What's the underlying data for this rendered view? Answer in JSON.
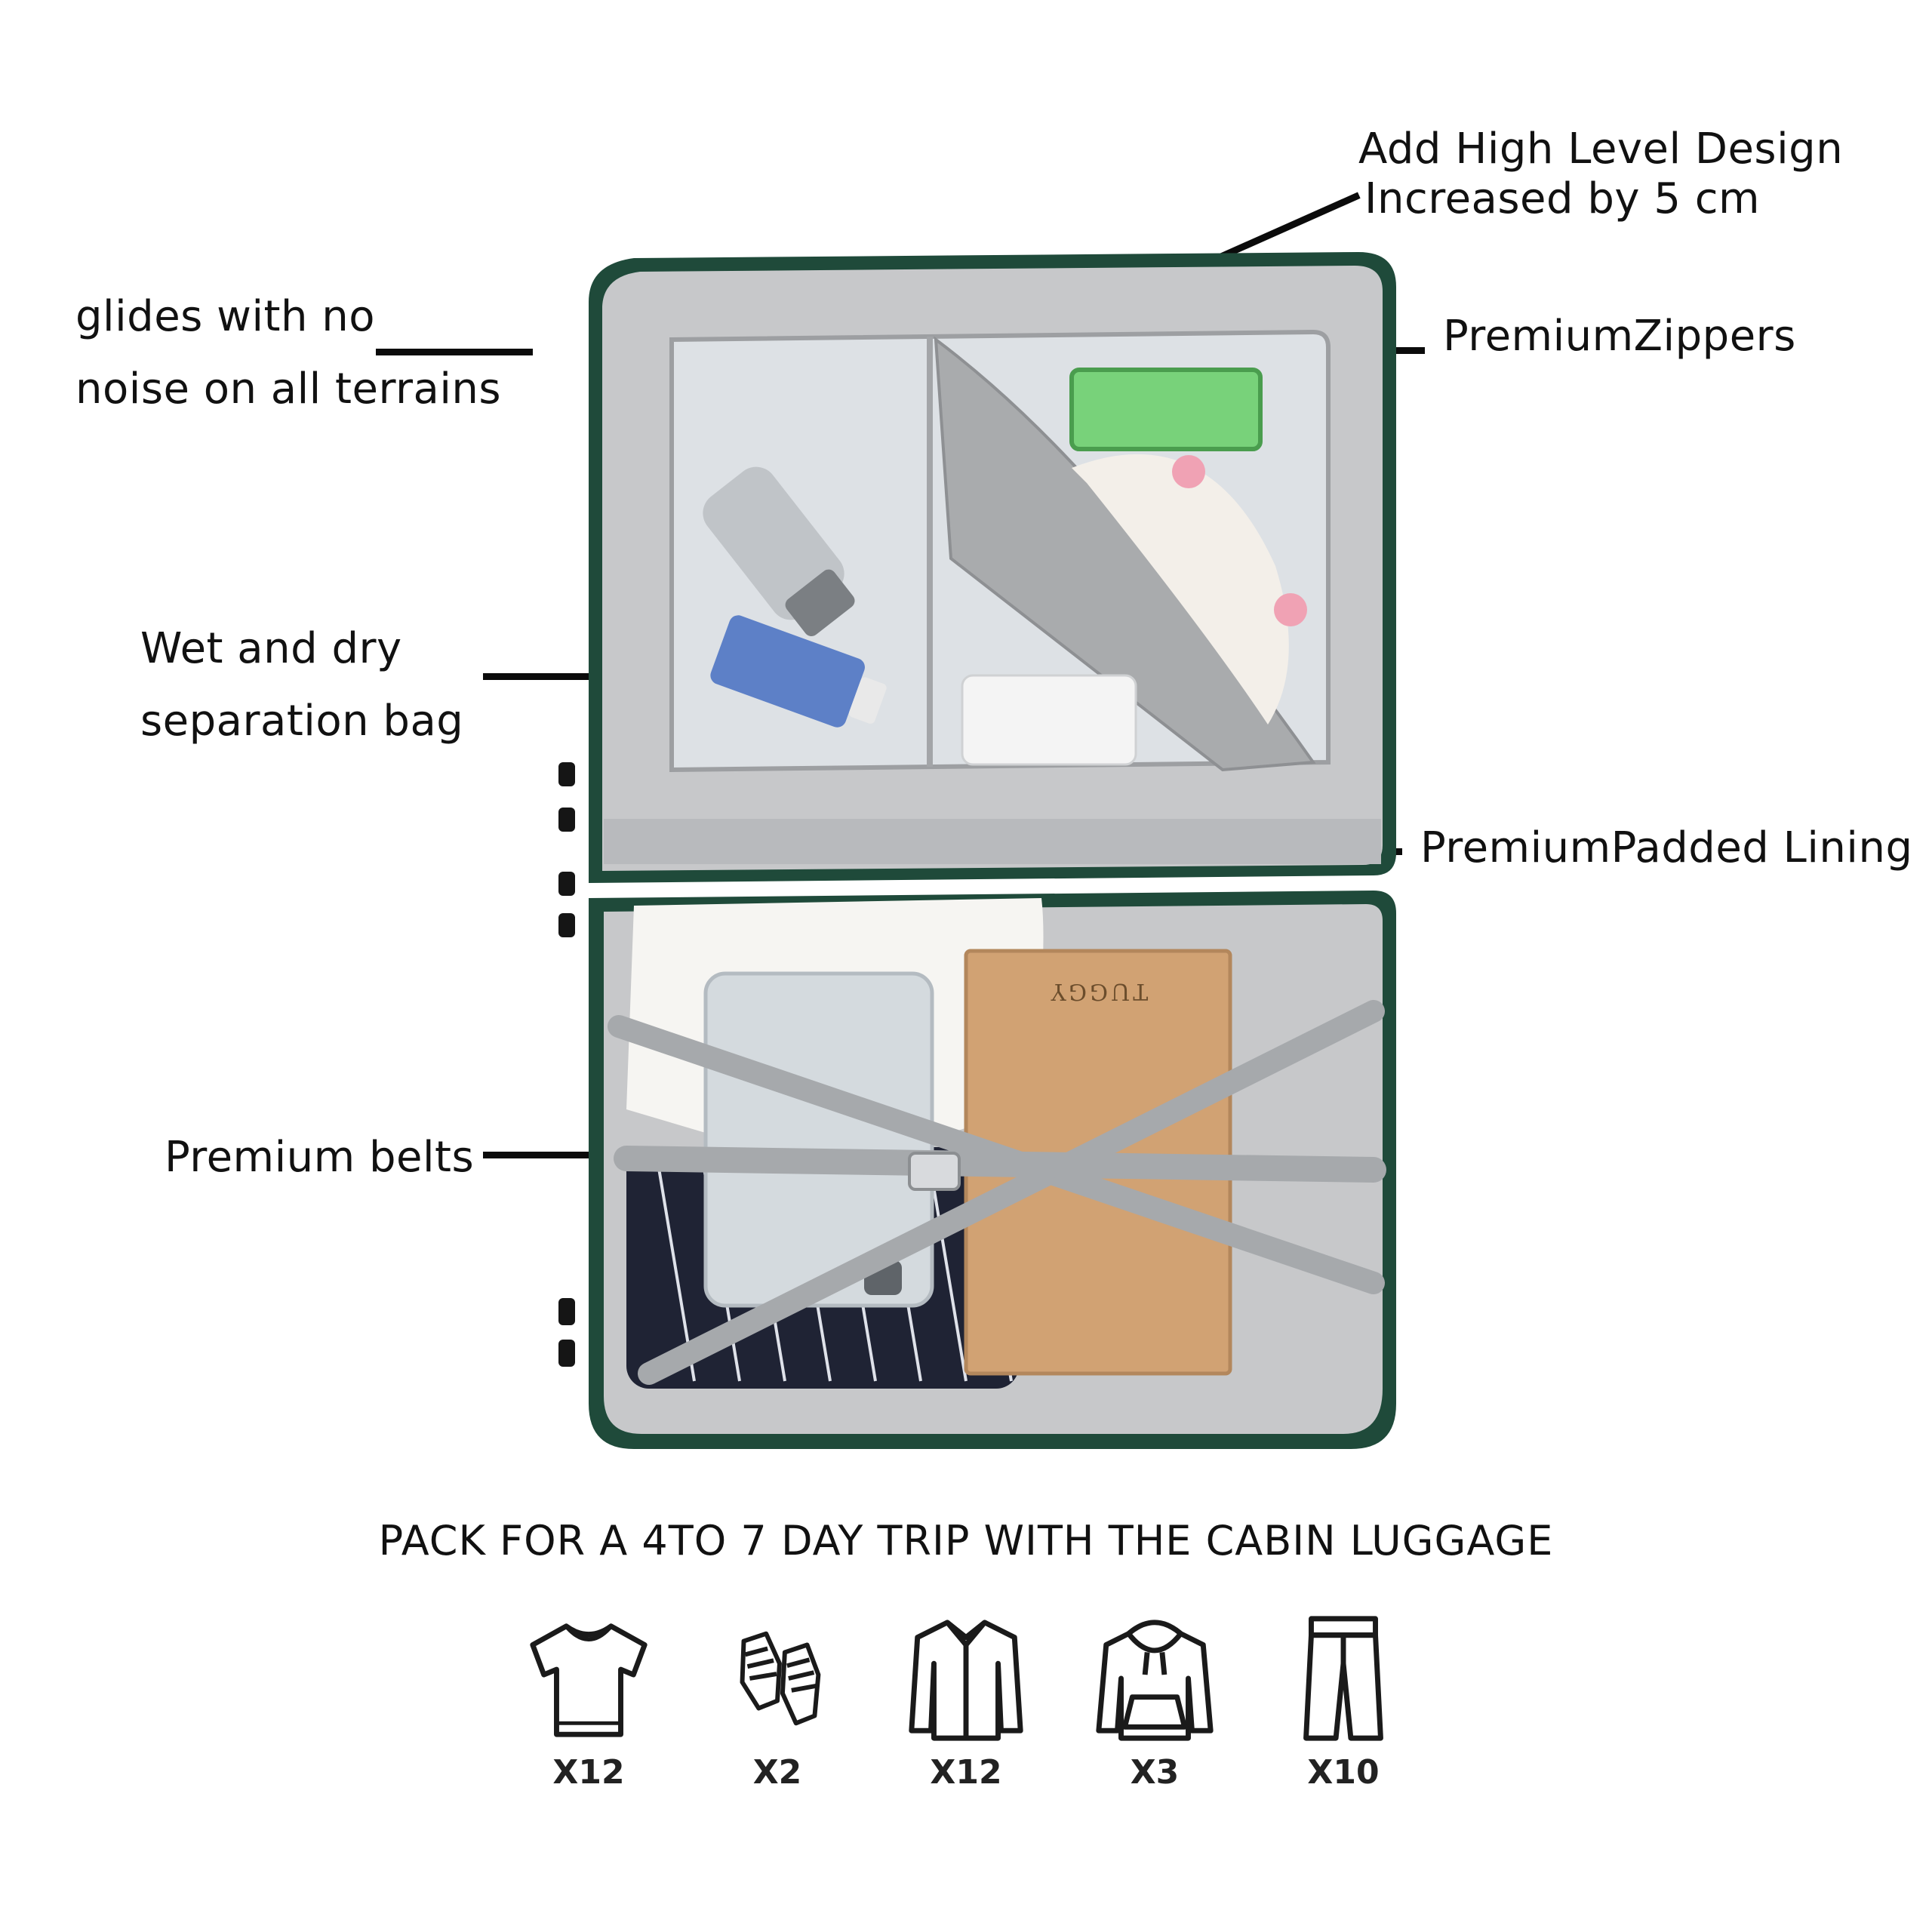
{
  "callouts": {
    "high_level": {
      "line1": "Add High Level Design",
      "line2": "Increased by 5 cm"
    },
    "glides": {
      "line1": "glides with no",
      "line2": "noise on all terrains"
    },
    "zippers": {
      "text": "PremiumZippers"
    },
    "wet_dry": {
      "line1": "Wet and dry",
      "line2": "separation bag"
    },
    "lining": {
      "text": "PremiumPadded Lining"
    },
    "belts": {
      "text": "Premium belts"
    }
  },
  "suitcase": {
    "box_brand": "TUGGY",
    "colors": {
      "shell": "#1f4a3a",
      "lining": "#c8c9cb",
      "lining_dark": "#a9abad",
      "mesh": "#dfe2e5",
      "belt": "#a6a9ac",
      "box": "#d1a273",
      "tablet": "#cfd6dc",
      "shirt": "#f5f4f1",
      "striped": "#1e2233",
      "case_green": "#7ad17a"
    }
  },
  "headline": "PACK FOR A 4TO 7 DAY TRIP WITH THE CABIN LUGGAGE",
  "capacity": [
    {
      "icon": "tshirt-icon",
      "qty": "X12"
    },
    {
      "icon": "shoes-icon",
      "qty": "X2"
    },
    {
      "icon": "shirt-icon",
      "qty": "X12"
    },
    {
      "icon": "hoodie-icon",
      "qty": "X3"
    },
    {
      "icon": "pants-icon",
      "qty": "X10"
    }
  ]
}
